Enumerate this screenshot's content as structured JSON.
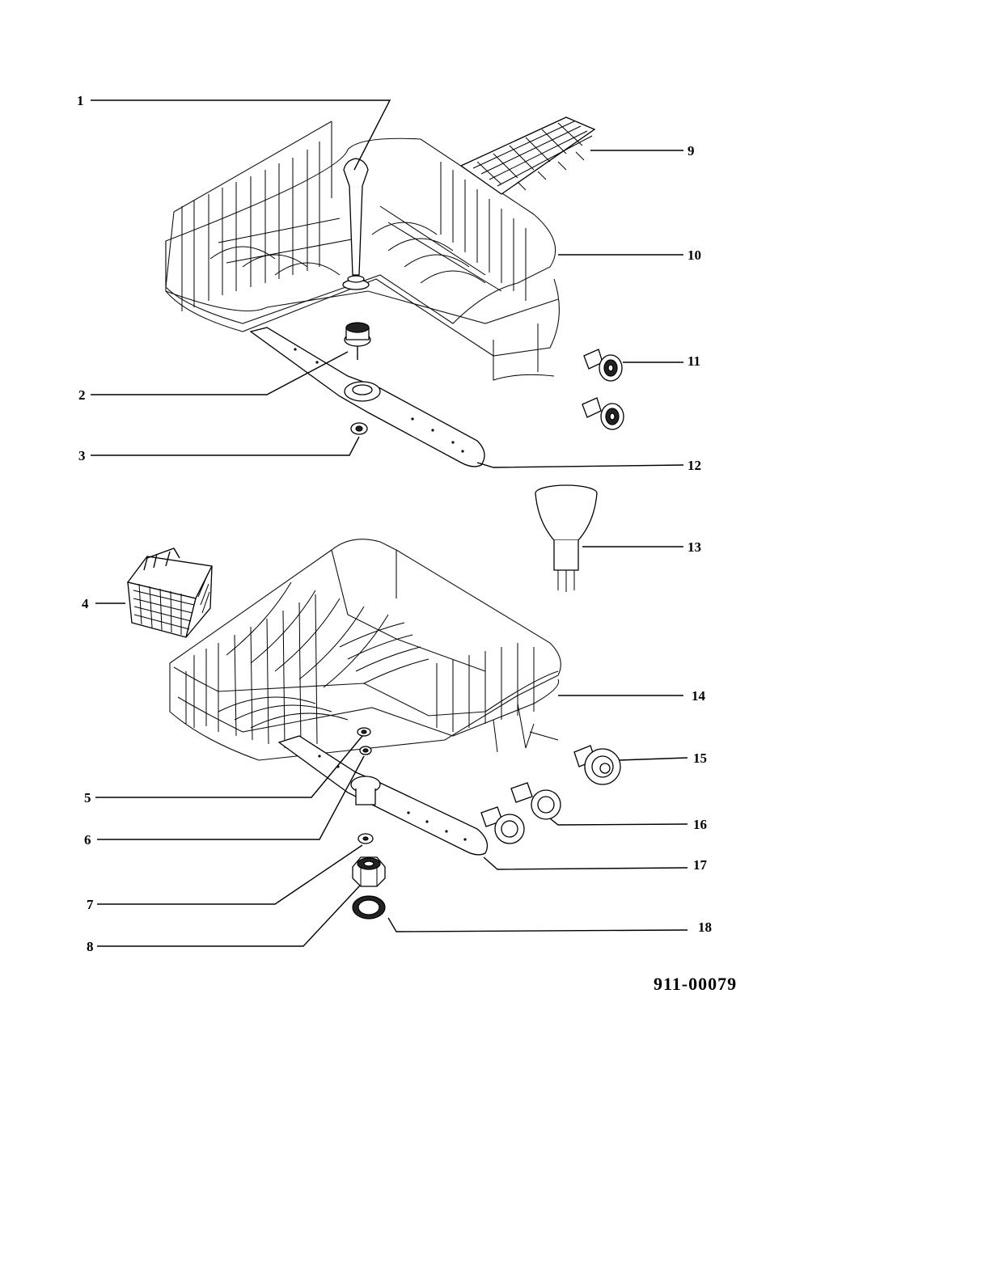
{
  "diagram": {
    "document_number": "911-00079",
    "callouts": [
      {
        "id": "1",
        "label": "1"
      },
      {
        "id": "2",
        "label": "2"
      },
      {
        "id": "3",
        "label": "3"
      },
      {
        "id": "4",
        "label": "4"
      },
      {
        "id": "5",
        "label": "5"
      },
      {
        "id": "6",
        "label": "6"
      },
      {
        "id": "7",
        "label": "7"
      },
      {
        "id": "8",
        "label": "8"
      },
      {
        "id": "9",
        "label": "9"
      },
      {
        "id": "10",
        "label": "10"
      },
      {
        "id": "11",
        "label": "11"
      },
      {
        "id": "12",
        "label": "12"
      },
      {
        "id": "13",
        "label": "13"
      },
      {
        "id": "14",
        "label": "14"
      },
      {
        "id": "15",
        "label": "15"
      },
      {
        "id": "16",
        "label": "16"
      },
      {
        "id": "17",
        "label": "17"
      },
      {
        "id": "18",
        "label": "18"
      }
    ]
  }
}
